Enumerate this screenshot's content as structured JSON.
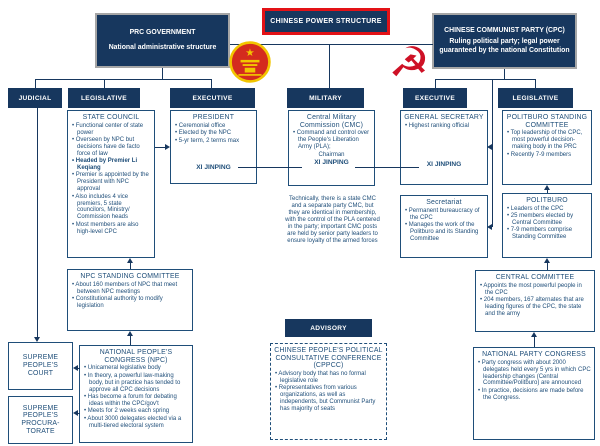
{
  "title_banner": "CHINESE POWER STRUCTURE",
  "top_boxes": {
    "prc_government": {
      "title": "PRC GOVERNMENT",
      "subtitle": "National administrative structure"
    },
    "cpc": {
      "title": "CHINESE COMMUNIST PARTY (CPC)",
      "subtitle": "Ruling political party; legal power guaranteed by the national Constitution"
    }
  },
  "column_headers": {
    "judicial": "JUDICIAL",
    "legislative_gov": "LEGISLATIVE",
    "executive_gov": "EXECUTIVE",
    "military": "MILITARY",
    "executive_cpc": "EXECUTIVE",
    "legislative_cpc": "LEGISLATIVE",
    "advisory": "ADVISORY"
  },
  "boxes": {
    "state_council": {
      "title": "STATE COUNCIL",
      "bullets": [
        {
          "text": "Functional center of state power"
        },
        {
          "text": "Overseen by NPC but decisions have de facto force of law"
        },
        {
          "text": "Headed by Premier Li Keqiang",
          "bold": true
        },
        {
          "text": "Premier is appointed by the President with NPC approval"
        },
        {
          "text": "Also includes 4 vice premiers, 5 state councilors, Ministry/ Commission heads"
        },
        {
          "text": "Most members are also high-level CPC"
        }
      ]
    },
    "president": {
      "title": "PRESIDENT",
      "bullets": [
        {
          "text": "Ceremonial office"
        },
        {
          "text": "Elected by the NPC"
        },
        {
          "text": "5-yr term, 2 terms max"
        }
      ],
      "office_holder": "XI JINPING"
    },
    "cmc": {
      "title": "Central Military Commission (CMC)",
      "bullets": [
        {
          "text": "Command and control over the People's Liberation Army (PLA);"
        }
      ],
      "chairman_label": "Chairman",
      "office_holder": "XI JINPING"
    },
    "cmc_note": "Technically, there is a state CMC and a separate party CMC, but they are identical in membership, with the control of the PLA centered in the party; important CMC posts are held by senior party leaders to ensure loyalty of the armed forces",
    "general_secretary": {
      "title": "GENERAL SECRETARY",
      "bullets": [
        {
          "text": "Highest ranking official"
        }
      ],
      "office_holder": "XI JINPING"
    },
    "secretariat": {
      "title": "Secretariat",
      "bullets": [
        {
          "text": "Permanent bureaucracy of the CPC"
        },
        {
          "text": "Manages the work of the Politburo and its Standing Committee"
        }
      ]
    },
    "politburo_standing_committee": {
      "title": "POLITBURO STANDING COMMITTEE",
      "bullets": [
        {
          "text": "Top leadership of the CPC,  most powerful decision-making body in the PRC"
        },
        {
          "text": "Recently 7-9 members"
        }
      ]
    },
    "politburo": {
      "title": "POLITBURO",
      "bullets": [
        {
          "text": "Leaders of the CPC"
        },
        {
          "text": "25 members elected by Central Committee"
        },
        {
          "text": "7-9 members comprise Standing Committee"
        }
      ]
    },
    "npc_standing_committee": {
      "title": "NPC STANDING COMMITTEE",
      "bullets": [
        {
          "text": "About 160 members of NPC that meet between NPC meetings"
        },
        {
          "text": "Constitutional authority to modify legislation"
        }
      ]
    },
    "supreme_peoples_court": {
      "title": "SUPREME PEOPLE'S COURT"
    },
    "supreme_peoples_procuratorate": {
      "title": "SUPREME PEOPLE'S PROCURA-TORATE"
    },
    "npc": {
      "title": "NATIONAL PEOPLE'S CONGRESS (NPC)",
      "bullets": [
        {
          "text": "Unicameral legislative body"
        },
        {
          "text": "In theory, a powerful law-making body, but in practice has tended to approve all CPC decisions"
        },
        {
          "text": "Has become a forum for debating ideas within the CPC/gov't"
        },
        {
          "text": "Meets for 2 weeks each spring"
        },
        {
          "text": "About 3000 delegates elected via a multi-tiered electoral system"
        }
      ]
    },
    "cppcc": {
      "title": "CHINESE PEOPLE'S POLITICAL CONSULTATIVE CONFERENCE (CPPCC)",
      "bullets": [
        {
          "text": "Advisory body that has no formal legislative role"
        },
        {
          "text": "Representatives from various organizations, as well as independents, but Communist Party has majority of seats"
        }
      ]
    },
    "central_committee": {
      "title": "CENTRAL COMMITTEE",
      "bullets": [
        {
          "text": "Appoints the most powerful people in the CPC"
        },
        {
          "text": "204 members, 167 alternates that are leading figures of the CPC, the state and the army"
        }
      ]
    },
    "national_party_congress": {
      "title": "NATIONAL PARTY CONGRESS",
      "bullets": [
        {
          "text": "Party congress with about 2000 delegates held every 5 yrs in which CPC leadership changes (Central Committee/Politburo)  are announced"
        },
        {
          "text": "In practice, decisions are made before the Congress."
        }
      ]
    }
  },
  "icons": {
    "national_emblem": "PRC national emblem",
    "hammer_sickle": "☭"
  },
  "colors": {
    "navy": "#17375E",
    "box_border": "#1F4E79",
    "banner_border_red": "#E31217",
    "emblem_red": "#D42B1E",
    "emblem_gold": "#F2C500"
  }
}
